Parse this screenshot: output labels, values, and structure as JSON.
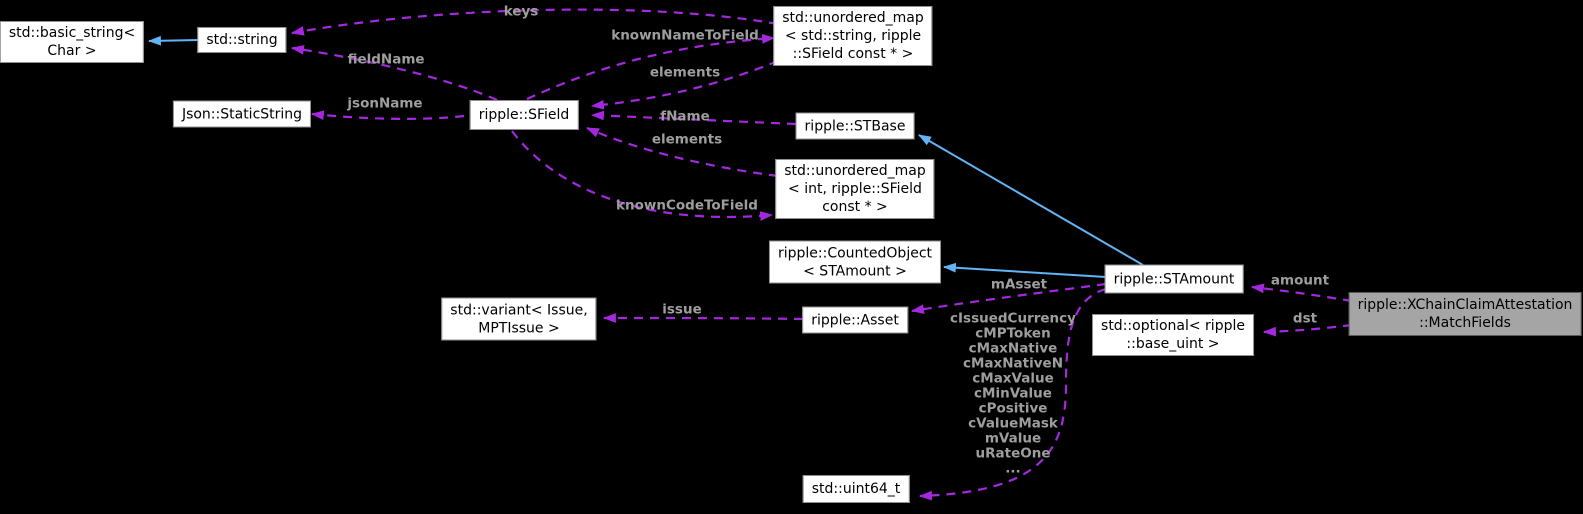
{
  "colors": {
    "background": "#000000",
    "node_fill": "#ffffff",
    "node_border": "#8f8f8f",
    "node_text": "#000000",
    "highlight_fill": "#a5a5a5",
    "highlight_border": "#5a5a5a",
    "inheritance_arrow": "#63b4f6",
    "usage_arrow": "#a428dd",
    "edge_label": "#9e9e9e"
  },
  "nodes": [
    {
      "label": "std::basic_string<\nChar >"
    },
    {
      "label": "std::string"
    },
    {
      "label": "Json::StaticString"
    },
    {
      "label": "ripple::SField"
    },
    {
      "label": "std::unordered_map\n< std::string, ripple\n::SField const * >"
    },
    {
      "label": "ripple::STBase"
    },
    {
      "label": "std::unordered_map\n< int, ripple::SField\nconst * >"
    },
    {
      "label": "ripple::CountedObject\n< STAmount >"
    },
    {
      "label": "ripple::STAmount"
    },
    {
      "label": "std::variant< Issue,\nMPTIssue >"
    },
    {
      "label": "ripple::Asset"
    },
    {
      "label": "std::optional< ripple\n::base_uint >"
    },
    {
      "label": "std::uint64_t"
    },
    {
      "label": "ripple::XChainClaimAttestation\n::MatchFields"
    }
  ],
  "edge_labels": [
    {
      "text": "keys"
    },
    {
      "text": "knownNameToField"
    },
    {
      "text": "elements"
    },
    {
      "text": "fieldName"
    },
    {
      "text": "jsonName"
    },
    {
      "text": "fName"
    },
    {
      "text": "elements"
    },
    {
      "text": "knownCodeToField"
    },
    {
      "text": "mAsset"
    },
    {
      "text": "issue"
    },
    {
      "text": "amount"
    },
    {
      "text": "dst"
    },
    {
      "text": "cIssuedCurrency\ncMPToken\ncMaxNative\ncMaxNativeN\ncMaxValue\ncMinValue\ncPositive\ncValueMask\nmValue\nuRateOne\n..."
    }
  ]
}
